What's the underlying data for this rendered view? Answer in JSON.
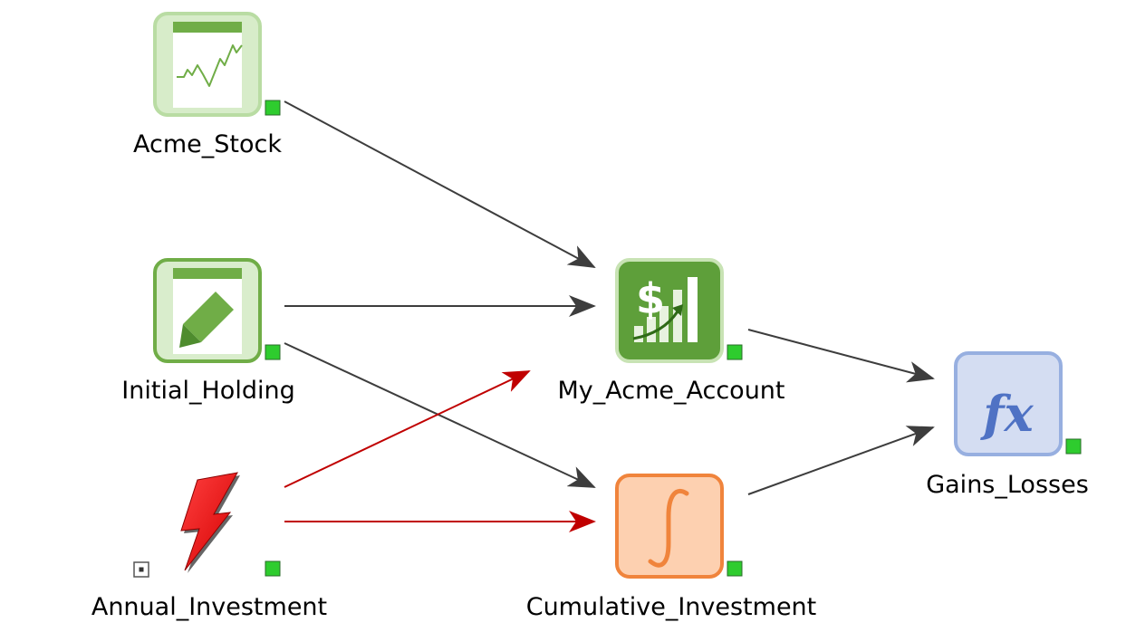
{
  "nodes": {
    "acme_stock": {
      "label": "Acme_Stock"
    },
    "initial_holding": {
      "label": "Initial_Holding"
    },
    "annual_investment": {
      "label": "Annual_Investment"
    },
    "my_acme_account": {
      "label": "My_Acme_Account"
    },
    "cumulative_investment": {
      "label": "Cumulative_Investment"
    },
    "gains_losses": {
      "label": "Gains_Losses",
      "icon_text": "fx"
    }
  },
  "colors": {
    "dark_arrow": "#3d3d3d",
    "red_arrow": "#c00000",
    "status_green": "#2ecc2e",
    "data_green": "#70ad47",
    "account_green": "#5e9f3a",
    "integrator_orange": "#f0843c",
    "function_blue": "#4f72c4"
  },
  "icons": {
    "acme_stock": "time-series-chart-icon",
    "initial_holding": "pencil-edit-icon",
    "annual_investment": "lightning-bolt-icon",
    "my_acme_account": "dollar-growth-chart-icon",
    "cumulative_investment": "integral-icon",
    "gains_losses": "function-fx-icon"
  }
}
